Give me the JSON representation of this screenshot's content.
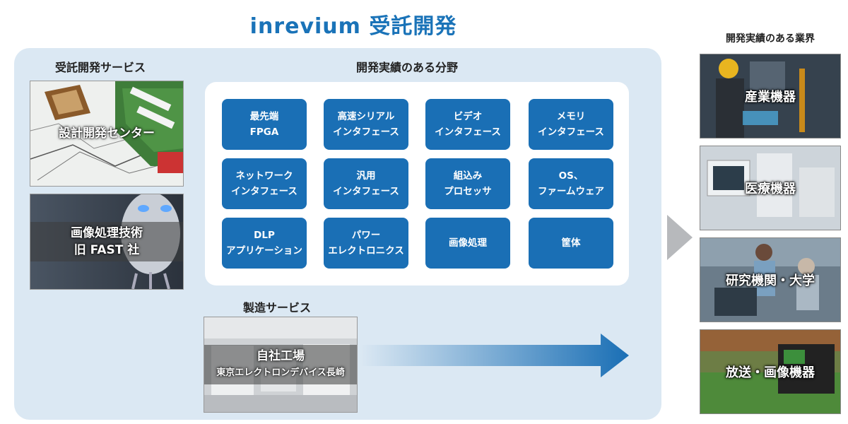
{
  "title": "inrevium 受託開発",
  "left_section": {
    "label": "受託開発サービス",
    "cards": [
      {
        "lines": [
          "設計開発センター"
        ]
      },
      {
        "lines": [
          "画像処理技術",
          "旧 FAST 社"
        ]
      }
    ]
  },
  "fields": {
    "label": "開発実績のある分野",
    "tiles": [
      {
        "lines": [
          "最先端",
          "FPGA"
        ]
      },
      {
        "lines": [
          "高速シリアル",
          "インタフェース"
        ]
      },
      {
        "lines": [
          "ビデオ",
          "インタフェース"
        ]
      },
      {
        "lines": [
          "メモリ",
          "インタフェース"
        ]
      },
      {
        "lines": [
          "ネットワーク",
          "インタフェース"
        ]
      },
      {
        "lines": [
          "汎用",
          "インタフェース"
        ]
      },
      {
        "lines": [
          "組込み",
          "プロセッサ"
        ]
      },
      {
        "lines": [
          "OS、",
          "ファームウェア"
        ]
      },
      {
        "lines": [
          "DLP",
          "アプリケーション"
        ]
      },
      {
        "lines": [
          "パワー",
          "エレクトロニクス"
        ]
      },
      {
        "lines": [
          "画像処理"
        ]
      },
      {
        "lines": [
          "筐体"
        ]
      }
    ]
  },
  "manufacturing": {
    "label": "製造サービス",
    "lines": [
      "自社工場",
      "東京エレクトロンデバイス長崎"
    ]
  },
  "industries": {
    "label": "開発実績のある業界",
    "items": [
      "産業機器",
      "医療機器",
      "研究機関・大学",
      "放送・画像機器"
    ]
  },
  "colors": {
    "accent": "#1a73b8",
    "tile": "#1a6fb5",
    "panel": "#dbe8f3"
  }
}
